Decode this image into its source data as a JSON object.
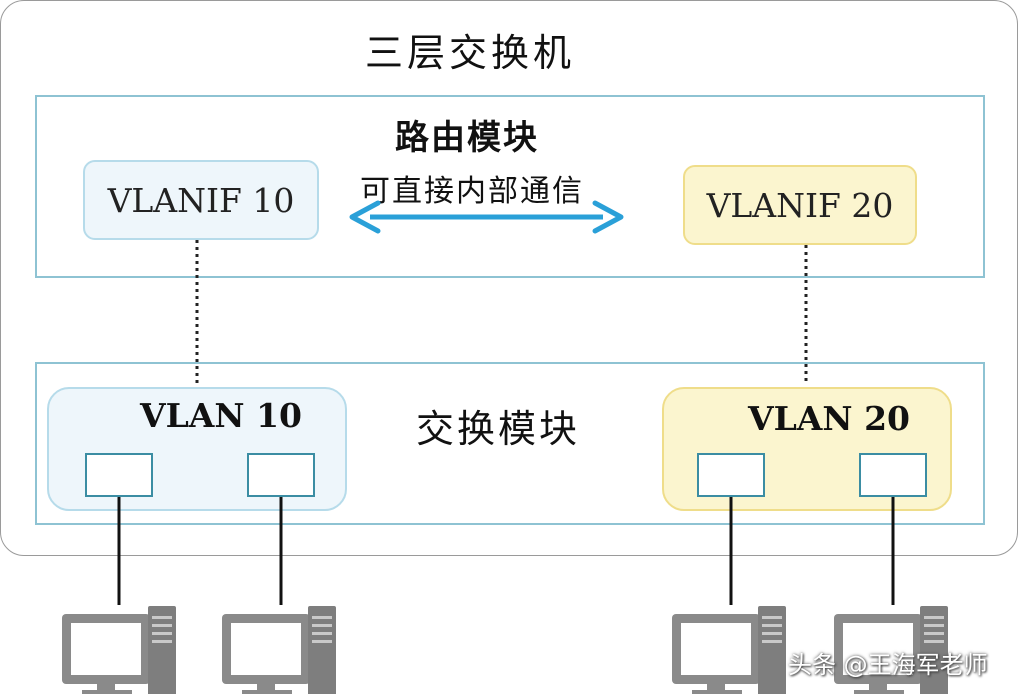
{
  "title": "三层交换机",
  "routing_module": {
    "title": "路由模块",
    "comm_label": "可直接内部通信",
    "vlanif_left": "VLANIF 10",
    "vlanif_right": "VLANIF 20"
  },
  "switching_module": {
    "title": "交换模块",
    "vlan_left": "VLAN 10",
    "vlan_right": "VLAN 20"
  },
  "colors": {
    "module_border": "#8ec3d3",
    "arrow": "#2aa0d8",
    "vlan10_fill": "#eef6fb",
    "vlan20_fill": "#fbf5cf",
    "computer_gray": "#8a8a8a"
  },
  "icons": [
    "computer-icon",
    "double-arrow-icon"
  ],
  "watermark": "头条 @王海军老师"
}
